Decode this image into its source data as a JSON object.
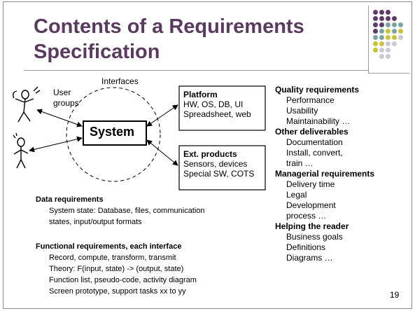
{
  "slide": {
    "title": "Contents of a Requirements Specification",
    "page_number": "19"
  },
  "diagram": {
    "user_groups_label_1": "User",
    "user_groups_label_2": "groups",
    "interfaces_label": "Interfaces",
    "system_label": "System",
    "platform_box": {
      "title": "Platform",
      "lines": [
        "HW, OS, DB, UI",
        "Spreadsheet, web"
      ]
    },
    "ext_products_box": {
      "title": "Ext. products",
      "lines": [
        "Sensors, devices",
        "Special SW, COTS"
      ]
    }
  },
  "data_requirements": {
    "heading": "Data requirements",
    "lines": [
      "System state: Database, files, communication",
      "states, input/output formats"
    ]
  },
  "functional_requirements": {
    "heading": "Functional requirements, each interface",
    "lines": [
      "Record, compute, transform, transmit",
      "Theory: F(input, state) -> (output, state)",
      "Function list, pseudo-code, activity diagram",
      "Screen prototype, support tasks xx to yy"
    ]
  },
  "right_column": {
    "quality": {
      "heading": "Quality requirements",
      "items": [
        "Performance",
        "Usability",
        "Maintainability …"
      ]
    },
    "other": {
      "heading": "Other deliverables",
      "items": [
        "Documentation",
        "Install, convert,",
        "train …"
      ]
    },
    "managerial": {
      "heading": "Managerial requirements",
      "items": [
        "Delivery time",
        "Legal",
        "Development",
        "process …"
      ]
    },
    "helping": {
      "heading": "Helping the reader",
      "items": [
        "Business goals",
        "Definitions",
        "Diagrams …"
      ]
    }
  },
  "colors": {
    "title": "#5a3b5f",
    "dot_purple": "#5e3a6b",
    "dot_teal": "#7aa5a0",
    "dot_yellow": "#c8c43a",
    "dot_gray": "#c9c9d6"
  }
}
